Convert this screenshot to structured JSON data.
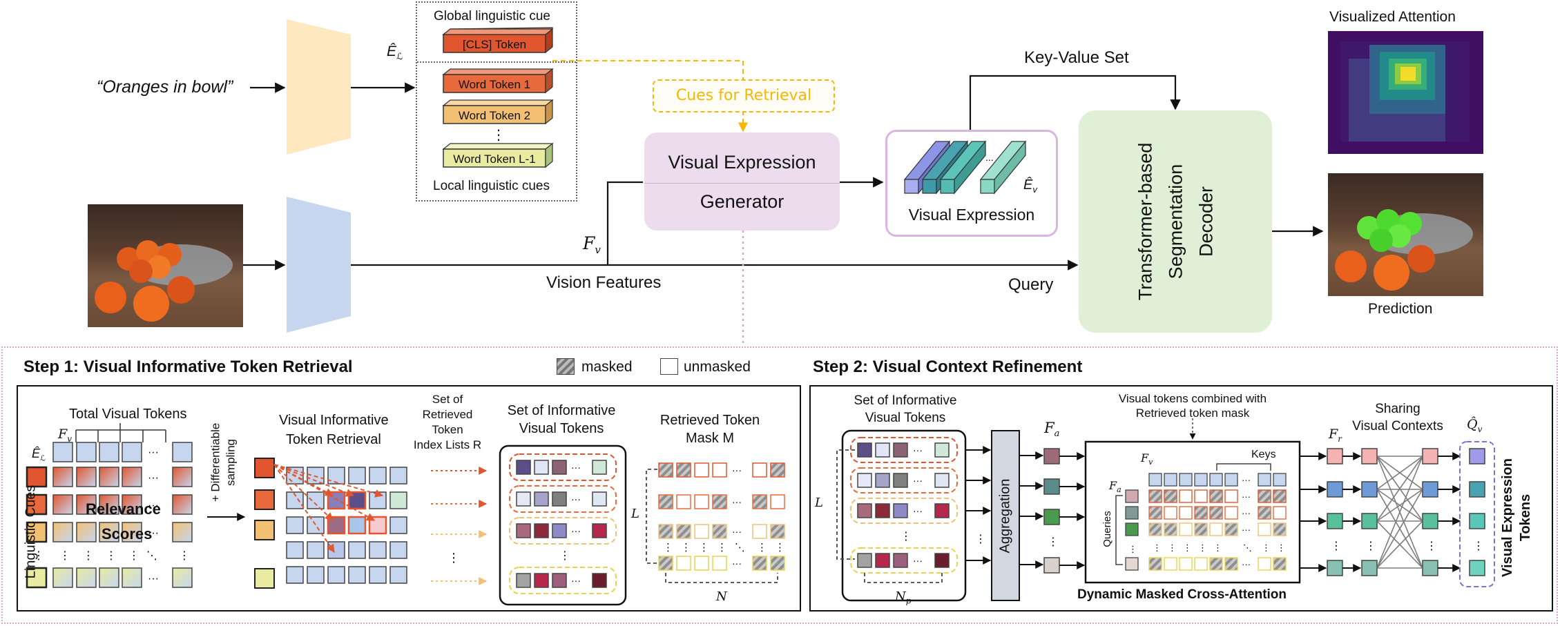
{
  "top": {
    "query_text": "“Oranges in bowl”",
    "e_l_hat": "Ê",
    "e_l_sub": "ℒ",
    "global_cue_label": "Global linguistic cue",
    "cls_token": "[CLS] Token",
    "word_tokens": [
      "Word Token 1",
      "Word Token 2",
      "Word Token L-1"
    ],
    "ellipsis": "⋮",
    "local_cues_label": "Local linguistic cues",
    "cues_for_retrieval": "Cues for Retrieval",
    "veg_line1": "Visual Expression",
    "veg_line2": "Generator",
    "fv_label": "F",
    "fv_sub": "v",
    "vision_features": "Vision Features",
    "key_value_set": "Key-Value Set",
    "visual_expression": "Visual Expression",
    "ev_hat": "Ê",
    "ev_sub": "v",
    "decoder_lines": [
      "Transformer-based",
      "Segmentation",
      "Decoder"
    ],
    "query": "Query",
    "visualized_attention": "Visualized Attention",
    "prediction": "Prediction"
  },
  "step1": {
    "title": "Step 1: Visual Informative Token Retrieval",
    "legend_masked": "masked",
    "legend_unmasked": "unmasked",
    "total_visual_tokens": "Total Visual Tokens",
    "fv": "F",
    "fv_sub": "v",
    "el": "Ê",
    "el_sub": "ℒ",
    "linguistic_cues": "Linguistic Cues",
    "relevance_scores": [
      "Relevance",
      "Scores"
    ],
    "diff_sampling": [
      "+ Differentiable",
      "sampling"
    ],
    "vitr": [
      "Visual Informative",
      "Token Retrieval"
    ],
    "set_retrieved": [
      "Set of",
      "Retrieved",
      "Token",
      "Index Lists R"
    ],
    "set_informative": [
      "Set of Informative",
      "Visual Tokens"
    ],
    "retrieved_mask": [
      "Retrieved Token",
      "Mask M"
    ],
    "L": "L",
    "N": "N"
  },
  "step2": {
    "title": "Step 2: Visual Context Refinement",
    "set_informative": [
      "Set of Informative",
      "Visual Tokens"
    ],
    "L": "L",
    "np": "N",
    "np_sub": "p",
    "aggregation": "Aggregation",
    "fa": "F",
    "fa_sub": "a",
    "combined": [
      "Visual tokens combined with",
      "Retrieved token mask"
    ],
    "keys": "Keys",
    "queries": "Queries",
    "fv": "F",
    "fv_sub": "v",
    "dmca": "Dynamic Masked Cross-Attention",
    "fr": "F",
    "fr_sub": "r",
    "sharing": [
      "Sharing",
      "Visual Contexts"
    ],
    "qv": "Q̂",
    "qv_sub": "v",
    "vet": [
      "Visual Expression",
      "Tokens"
    ]
  },
  "colors": {
    "orange": "#e2562f",
    "tan": "#f2c073",
    "yellow_green": "#e8eba0",
    "pink_box": "#ecd4ea",
    "green_box": "#dff0d6",
    "light_blue": "#c6d6ee",
    "cues_orange": "#f5b800"
  }
}
